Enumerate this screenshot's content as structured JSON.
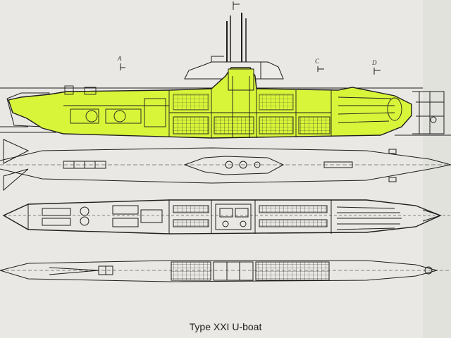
{
  "caption": "Type XXI U-boat",
  "section_markers": [
    "A",
    "C",
    "D"
  ],
  "colors": {
    "paper": "#e9e8e4",
    "ink": "#1e1e1e",
    "highlight": "#d8f53a"
  }
}
